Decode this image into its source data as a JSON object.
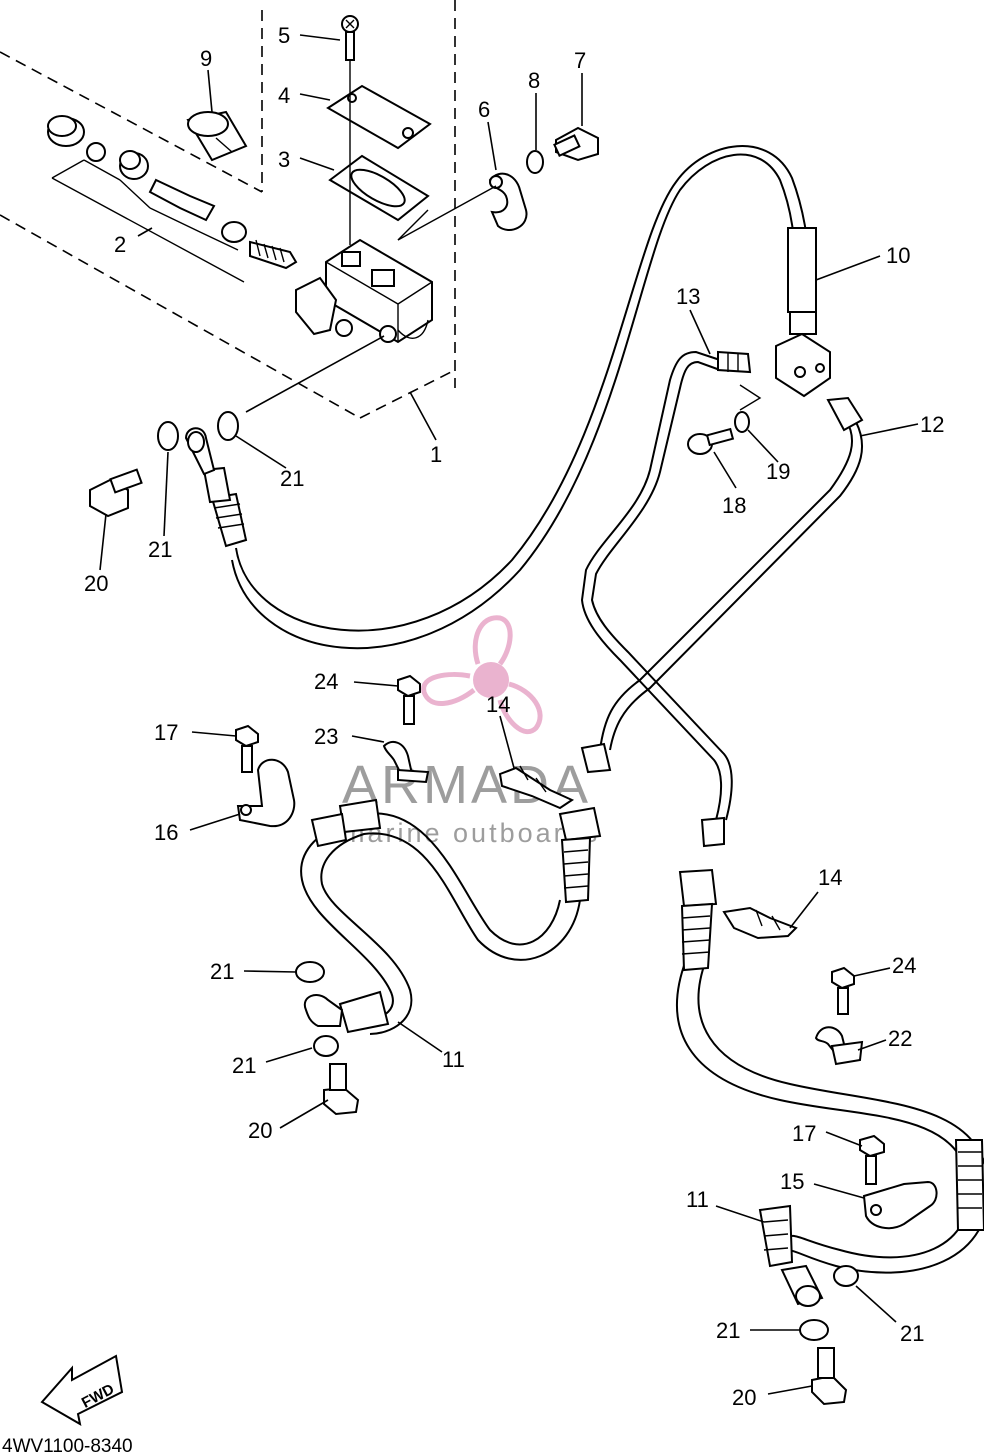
{
  "diagram": {
    "callouts": {
      "c1": "1",
      "c2": "2",
      "c3": "3",
      "c4": "4",
      "c5": "5",
      "c6": "6",
      "c7": "7",
      "c8": "8",
      "c9": "9",
      "c10": "10",
      "c11a": "11",
      "c11b": "11",
      "c12": "12",
      "c13": "13",
      "c14a": "14",
      "c14b": "14",
      "c15": "15",
      "c16": "16",
      "c17a": "17",
      "c17b": "17",
      "c18": "18",
      "c19": "19",
      "c20a": "20",
      "c20b": "20",
      "c20c": "20",
      "c21a": "21",
      "c21b": "21",
      "c21c": "21",
      "c21d": "21",
      "c21e": "21",
      "c21f": "21",
      "c22": "22",
      "c23": "23",
      "c24a": "24",
      "c24b": "24"
    },
    "fwd_label": "FWD",
    "drawing_code": "4WV1100-8340"
  },
  "watermark": {
    "brand": "ARMADA",
    "tagline": "marine outboards",
    "accent_color": "#e7a6c7",
    "text_color": "#8c8c8c"
  }
}
